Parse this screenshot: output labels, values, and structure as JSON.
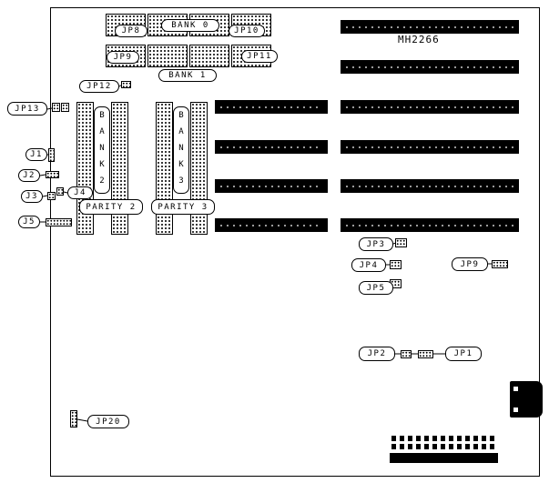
{
  "colors": {
    "line": "#000000",
    "background": "#ffffff"
  },
  "board": {
    "model": "MH2266"
  },
  "labels": {
    "jp8": "JP8",
    "bank0": "BANK 0",
    "jp10": "JP10",
    "jp9_top": "JP9",
    "jp11": "JP11",
    "bank1": "BANK 1",
    "jp12": "JP12",
    "jp13": "JP13",
    "bank2_vertical": "BANK2",
    "bank3_vertical": "BANK3",
    "j1": "J1",
    "j2": "J2",
    "j3": "J3",
    "j4": "J4",
    "j5": "J5",
    "parity2": "PARITY 2",
    "parity3": "PARITY 3",
    "jp3": "JP3",
    "jp4": "JP4",
    "jp5": "JP5",
    "jp9_right": "JP9",
    "jp2": "JP2",
    "jp1": "JP1",
    "jp20": "JP20"
  }
}
